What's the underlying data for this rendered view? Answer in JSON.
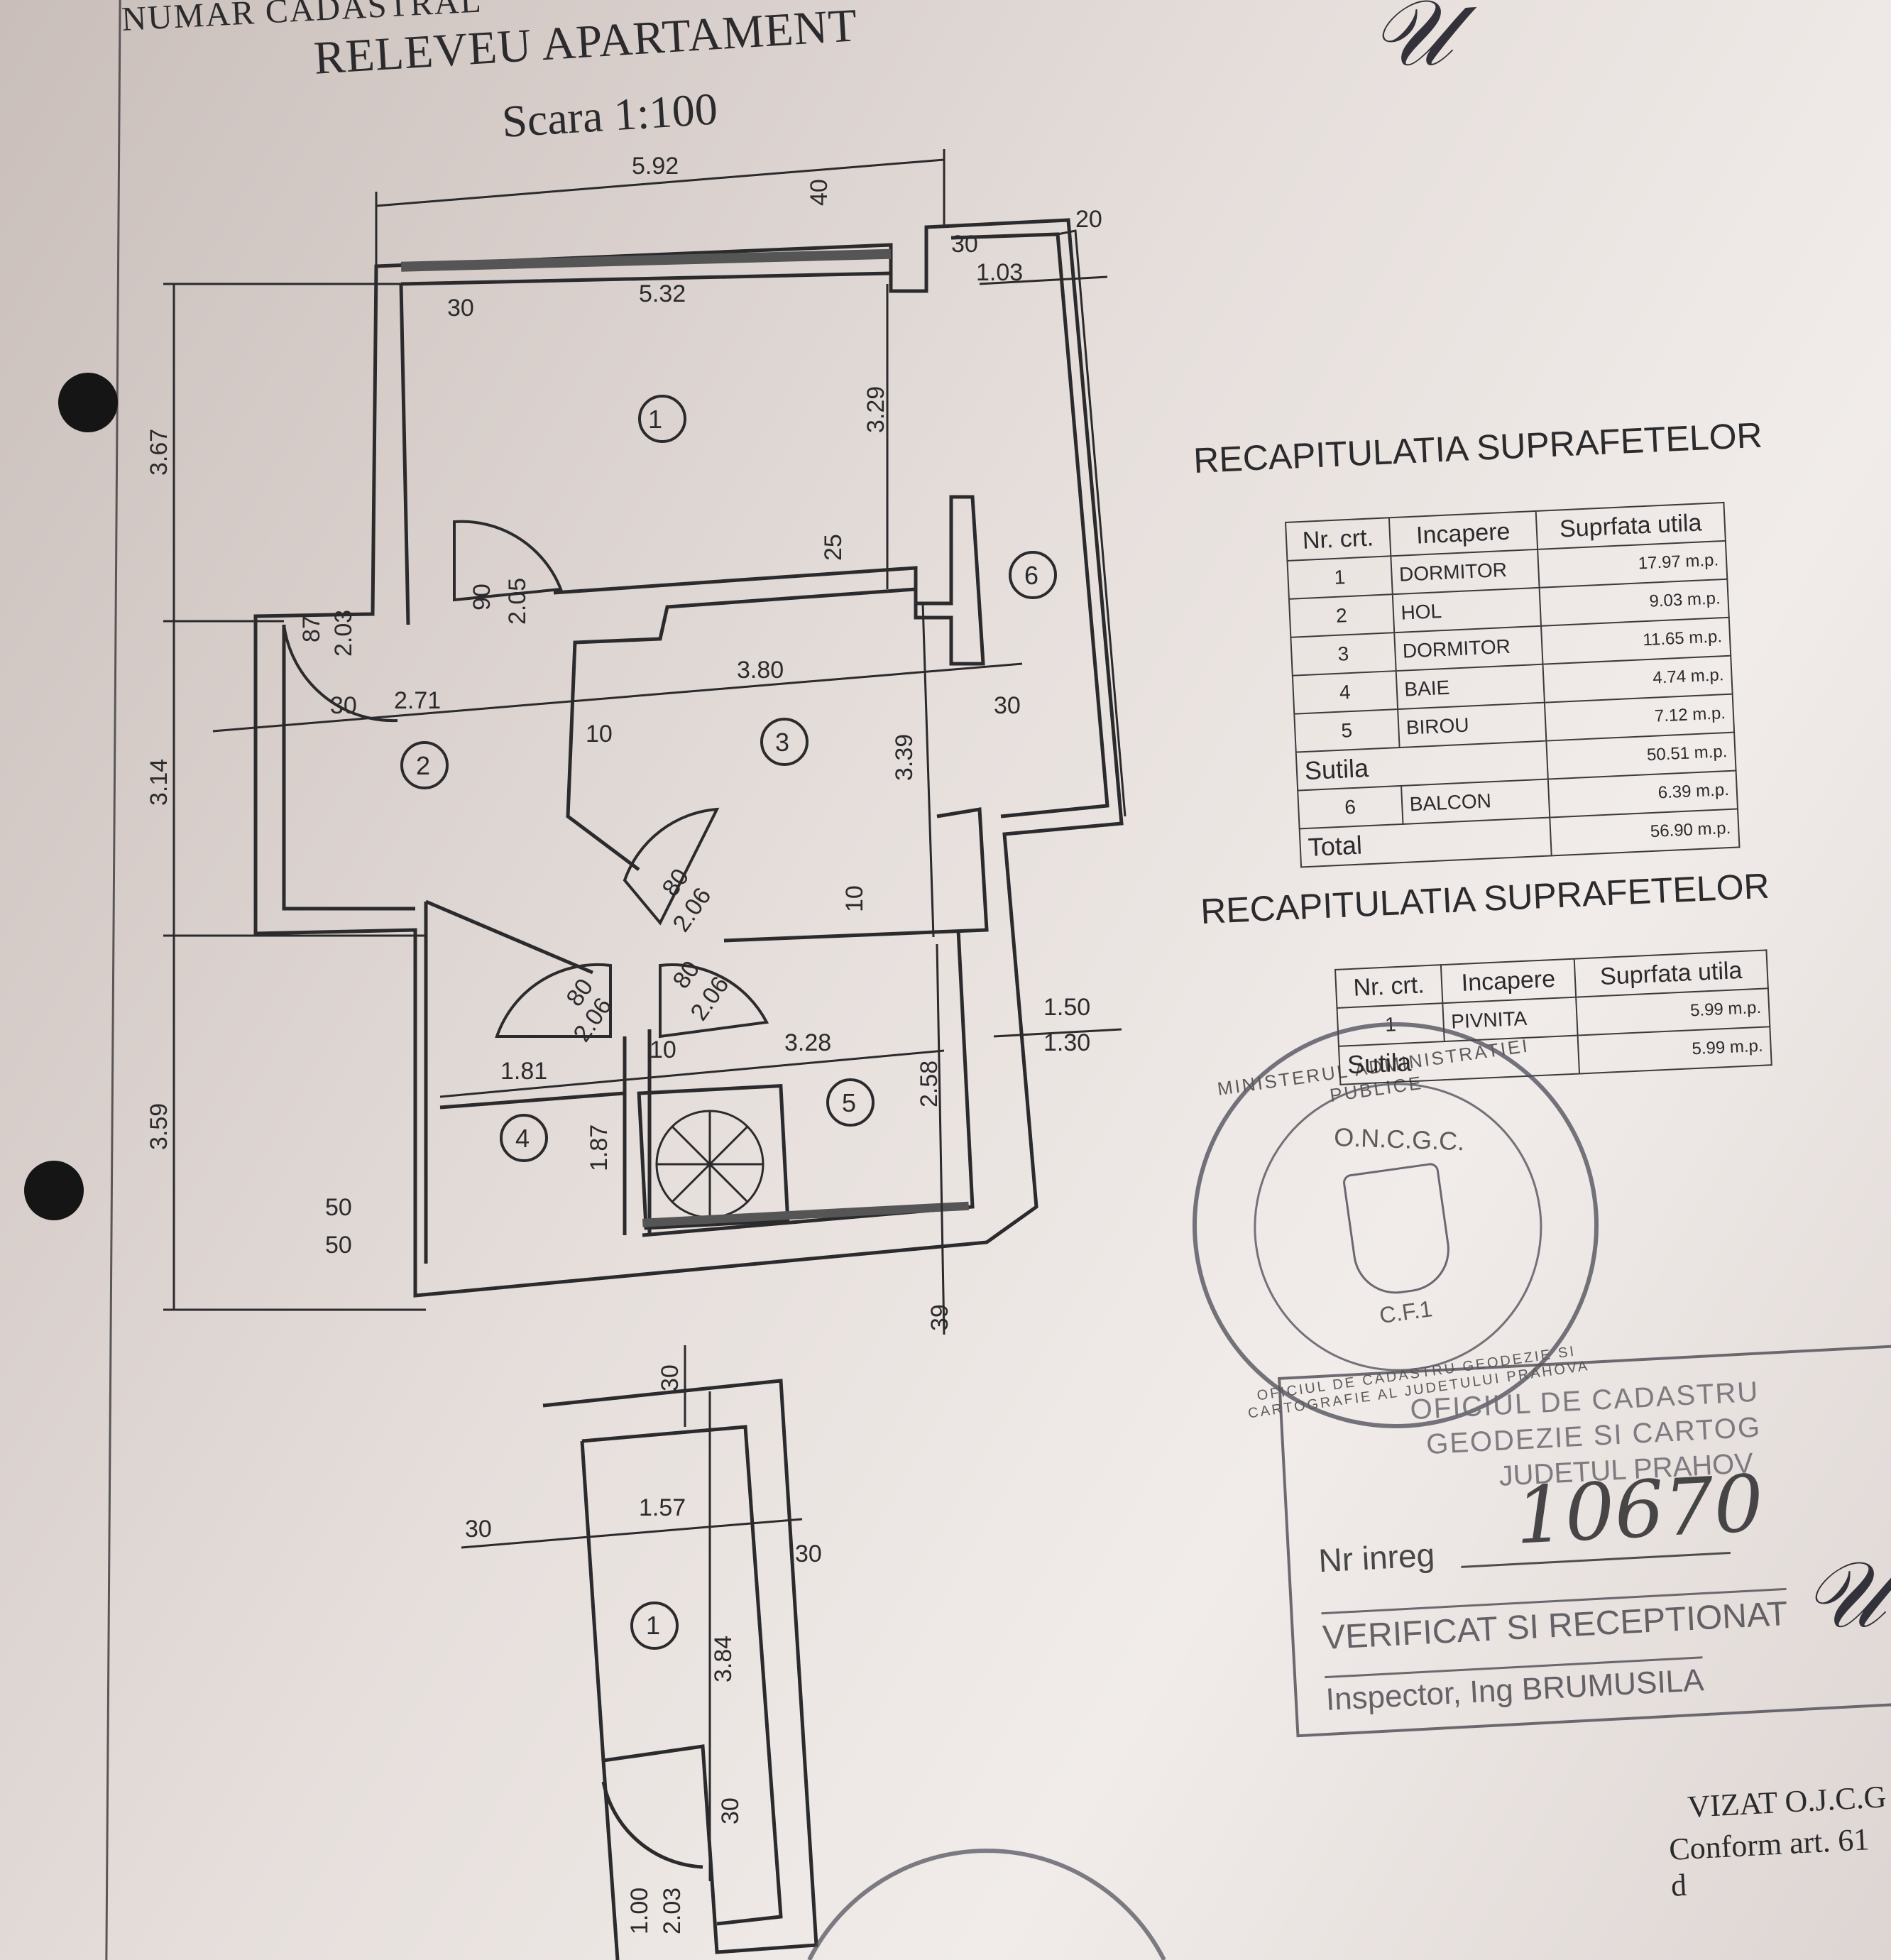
{
  "document": {
    "header_cut": "NUMAR CADASTRAL",
    "title": "RELEVEU APARTAMENT",
    "scale": "Scara 1:100"
  },
  "plan_main": {
    "room_numbers": [
      "1",
      "2",
      "3",
      "4",
      "5",
      "6"
    ],
    "dimensions": {
      "overall_width": "5.92",
      "inner_width_top": "5.32",
      "wall_30_a": "30",
      "wall_40": "40",
      "wall_20": "20",
      "wall_30_b": "30",
      "balcony_width": "1.03",
      "height_left_top": "3.67",
      "room1_height": "3.29",
      "wall_25": "25",
      "door_a": "90",
      "door_a_h": "2.05",
      "door_b": "87",
      "door_b_h": "2.03",
      "room3_width": "3.80",
      "wall_30_c": "30",
      "wall_30_d": "30",
      "hall_width": "2.71",
      "wall_10_a": "10",
      "height_left_mid": "3.14",
      "room3_height": "3.39",
      "door_c": "80",
      "door_c_h": "2.06",
      "wall_10_b": "10",
      "door_d": "80",
      "door_d_h": "2.06",
      "door_e": "80",
      "door_e_h": "2.06",
      "window_w": "1.50",
      "window_h": "1.30",
      "bath_width": "1.81",
      "wall_10_c": "10",
      "room5_width": "3.28",
      "room5_height": "2.58",
      "height_left_bottom": "3.59",
      "bath_height": "1.87",
      "win_small_w": "50",
      "win_small_h": "50",
      "wall_39": "39"
    }
  },
  "plan_cellar": {
    "room_number": "1",
    "wall_top": "30",
    "wall_left": "30",
    "width": "1.57",
    "wall_right": "30",
    "length": "3.84",
    "wall_30": "30",
    "door_w": "1.00",
    "door_h": "2.03"
  },
  "recap1": {
    "title": "RECAPITULATIA SUPRAFETELOR",
    "headers": [
      "Nr. crt.",
      "Incapere",
      "Suprfata utila"
    ],
    "rows": [
      {
        "nr": "1",
        "name": "DORMITOR",
        "area": "17.97 m.p."
      },
      {
        "nr": "2",
        "name": "HOL",
        "area": "9.03 m.p."
      },
      {
        "nr": "3",
        "name": "DORMITOR",
        "area": "11.65 m.p."
      },
      {
        "nr": "4",
        "name": "BAIE",
        "area": "4.74 m.p."
      },
      {
        "nr": "5",
        "name": "BIROU",
        "area": "7.12 m.p."
      }
    ],
    "sutila_label": "Sutila",
    "sutila_area": "50.51 m.p.",
    "balcon": {
      "nr": "6",
      "name": "BALCON",
      "area": "6.39 m.p."
    },
    "total_label": "Total",
    "total_area": "56.90 m.p."
  },
  "recap2": {
    "title": "RECAPITULATIA SUPRAFETELOR",
    "headers": [
      "Nr. crt.",
      "Incapere",
      "Suprfata utila"
    ],
    "row": {
      "nr": "1",
      "name": "PIVNITA",
      "area": "5.99 m.p."
    },
    "sutila_label": "Sutila",
    "sutila_area": "5.99 m.p."
  },
  "stamp_round": {
    "ring": "MINISTERUL ADMINISTRATIEI PUBLICE",
    "org": "O.N.C.G.C.",
    "cf": "C.F.1",
    "bottom": "OFICIUL DE CADASTRU GEODEZIE SI CARTOGRAFIE AL JUDETULUI PRAHOVA"
  },
  "stamp_box": {
    "line1": "OFICIUL DE CADASTRU",
    "line2": "GEODEZIE SI CARTOG",
    "line3": "JUDETUL PRAHOV",
    "nr_label": "Nr inreg",
    "nr_value": "10670",
    "verified": "VERIFICAT SI RECEPTIONAT",
    "inspector": "Inspector, Ing BRUMUSILA"
  },
  "footer": {
    "vizat": "VIZAT O.J.C.G",
    "conform": "Conform art. 61 d"
  }
}
